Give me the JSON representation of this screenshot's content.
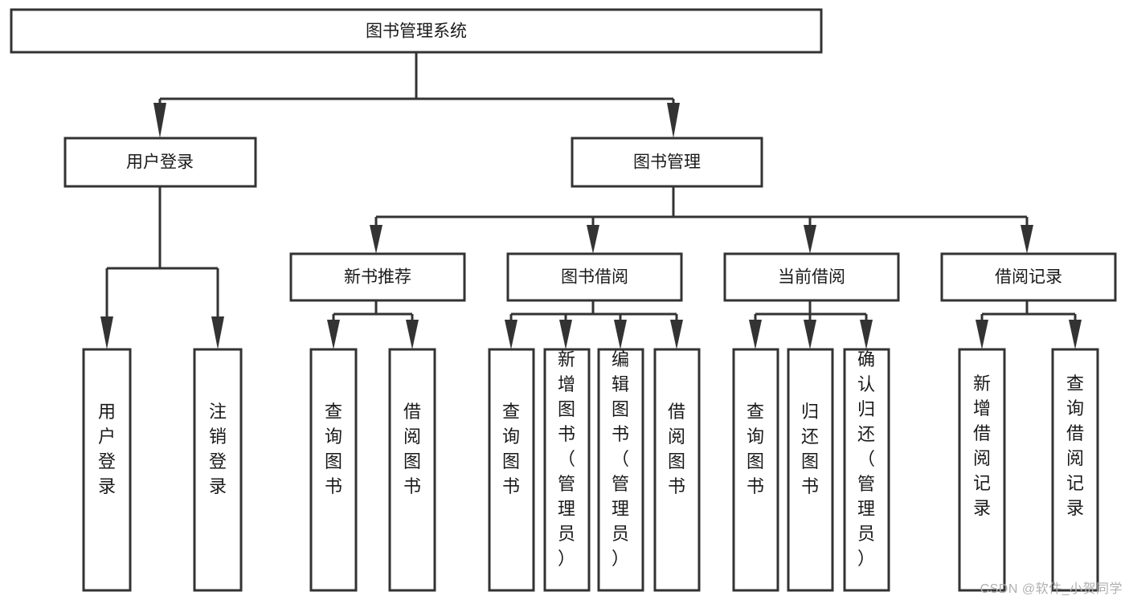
{
  "diagram": {
    "title": "图书管理系统",
    "type": "hierarchy-tree",
    "root": {
      "id": "root",
      "label": "图书管理系统",
      "orientation": "horizontal"
    },
    "level2": [
      {
        "id": "user-login",
        "label": "用户登录",
        "orientation": "horizontal"
      },
      {
        "id": "book-manage",
        "label": "图书管理",
        "orientation": "horizontal"
      }
    ],
    "level3": [
      {
        "id": "new-book-recommend",
        "label": "新书推荐",
        "orientation": "horizontal",
        "parent": "book-manage"
      },
      {
        "id": "book-borrow",
        "label": "图书借阅",
        "orientation": "horizontal",
        "parent": "book-manage"
      },
      {
        "id": "current-borrow",
        "label": "当前借阅",
        "orientation": "horizontal",
        "parent": "book-manage"
      },
      {
        "id": "borrow-record",
        "label": "借阅记录",
        "orientation": "horizontal",
        "parent": "book-manage"
      }
    ],
    "leaves": [
      {
        "id": "leaf-user-login",
        "label": "用户登录",
        "orientation": "vertical",
        "parent": "user-login"
      },
      {
        "id": "leaf-logout",
        "label": "注销登录",
        "orientation": "vertical",
        "parent": "user-login"
      },
      {
        "id": "leaf-query-book-1",
        "label": "查询图书",
        "orientation": "vertical",
        "parent": "new-book-recommend"
      },
      {
        "id": "leaf-borrow-book-1",
        "label": "借阅图书",
        "orientation": "vertical",
        "parent": "new-book-recommend"
      },
      {
        "id": "leaf-query-book-2",
        "label": "查询图书",
        "orientation": "vertical",
        "parent": "book-borrow"
      },
      {
        "id": "leaf-add-book",
        "label": "新增图书（管理员）",
        "orientation": "vertical",
        "parent": "book-borrow"
      },
      {
        "id": "leaf-edit-book",
        "label": "编辑图书（管理员）",
        "orientation": "vertical",
        "parent": "book-borrow"
      },
      {
        "id": "leaf-borrow-book-2",
        "label": "借阅图书",
        "orientation": "vertical",
        "parent": "book-borrow"
      },
      {
        "id": "leaf-query-book-3",
        "label": "查询图书",
        "orientation": "vertical",
        "parent": "current-borrow"
      },
      {
        "id": "leaf-return-book",
        "label": "归还图书",
        "orientation": "vertical",
        "parent": "current-borrow"
      },
      {
        "id": "leaf-confirm-return",
        "label": "确认归还（管理员）",
        "orientation": "vertical",
        "parent": "current-borrow"
      },
      {
        "id": "leaf-add-record",
        "label": "新增借阅记录",
        "orientation": "vertical",
        "parent": "borrow-record"
      },
      {
        "id": "leaf-query-record",
        "label": "查询借阅记录",
        "orientation": "vertical",
        "parent": "borrow-record"
      }
    ]
  },
  "colors": {
    "box_stroke": "#333333",
    "box_fill": "#ffffff",
    "text": "#1a1a1a",
    "connector": "#333333",
    "watermark": "#b0b0b0",
    "background": "#ffffff"
  },
  "watermark": {
    "text": "CSDN @软件_小贺同学"
  }
}
